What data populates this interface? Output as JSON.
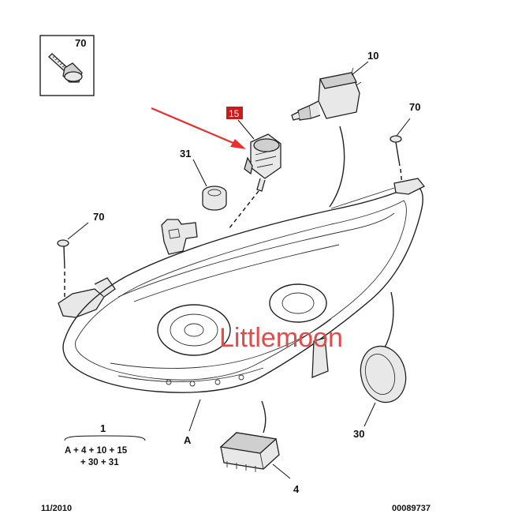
{
  "callouts": {
    "bolt_box": "70",
    "bulb": "10",
    "screw_right": "70",
    "highlighted": "15",
    "cap_small": "31",
    "screw_left": "70",
    "cap_large": "30",
    "module": "4",
    "headlamp": "A"
  },
  "formula": {
    "number": "1",
    "line1": "A + 4 + 10 + 15",
    "line2": "+ 30 + 31"
  },
  "footer": {
    "date": "11/2010",
    "ref": "00089737"
  },
  "watermark": "Littlemoon",
  "colors": {
    "highlight_fill": "#cc1a1a",
    "arrow": "#e8312f",
    "watermark": "#e34b4b",
    "line": "#222222"
  }
}
